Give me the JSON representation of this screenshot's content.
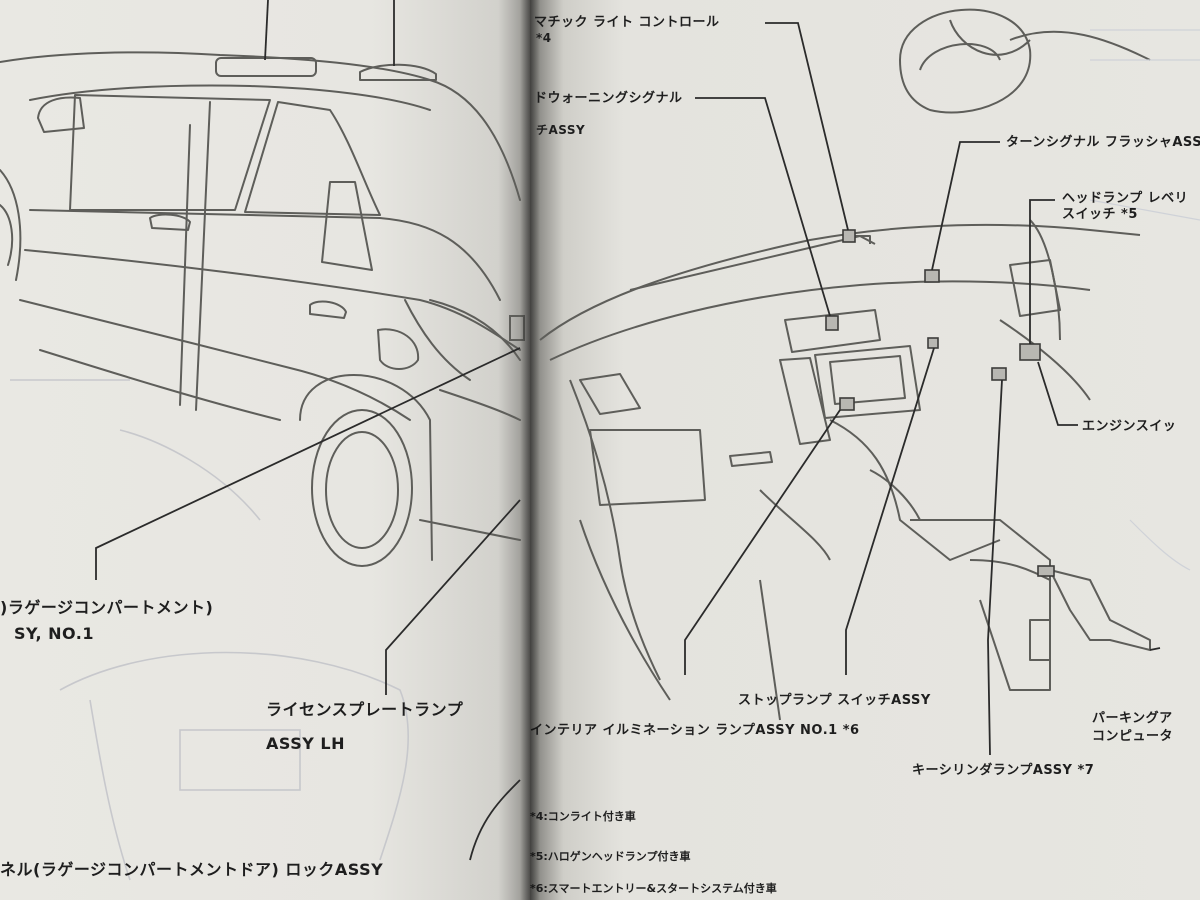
{
  "left_page": {
    "labels": {
      "luggage_compartment": ")ラゲージコンパートメント)",
      "luggage_compartment_sub": "SY, NO.1",
      "license_plate_lamp": "ライセンスプレートランプ",
      "license_plate_lamp_sub": "ASSY LH",
      "luggage_door_lock": "ネル(ラゲージコンパートメントドア) ロックASSY"
    }
  },
  "right_page": {
    "labels": {
      "auto_light_control": "マチック ライト コントロール",
      "auto_light_control_sub": "*4",
      "warning_signal": "ドウォーニングシグナル",
      "warning_signal_sub": "チASSY",
      "turn_signal_flasher": "ターンシグナル フラッシャASS",
      "headlamp_leveling": "ヘッドランプ レベリ",
      "headlamp_leveling_sub": "スイッチ *5",
      "engine_switch": "エンジンスイッ",
      "stop_lamp_switch": "ストップランプ スイッチASSY",
      "interior_illumination": "インテリア イルミネーション ランプASSY NO.1 *6",
      "key_cylinder_lamp": "キーシリンダランプASSY *7",
      "parking_assist_1": "パーキングア",
      "parking_assist_2": "コンピュータ"
    },
    "notes": [
      "*4:コンライト付き車",
      "*5:ハロゲンヘッドランプ付き車",
      "*6:スマートエントリー&スタートシステム付き車"
    ]
  }
}
